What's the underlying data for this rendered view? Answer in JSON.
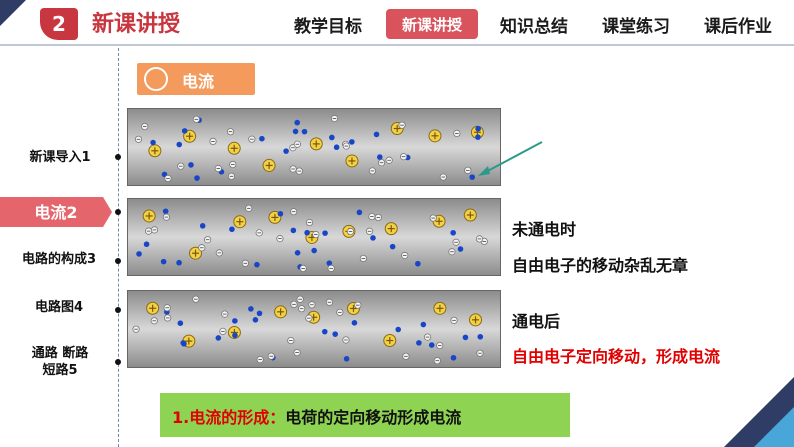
{
  "header": {
    "badge": "2",
    "title": "新课讲授",
    "nav": [
      {
        "label": "教学目标",
        "active": false
      },
      {
        "label": "新课讲授",
        "active": true
      },
      {
        "label": "知识总结",
        "active": false
      },
      {
        "label": "课堂练习",
        "active": false
      },
      {
        "label": "课后作业",
        "active": false
      }
    ]
  },
  "sidebar": {
    "items": [
      {
        "label": "新课导入1"
      },
      {
        "label": "电流2"
      },
      {
        "label": "电路的构成3"
      },
      {
        "label": "电路图4"
      },
      {
        "label": "通路  断路"
      },
      {
        "label": "短路5"
      }
    ]
  },
  "section": {
    "label": "电流"
  },
  "captions": {
    "before_title": "未通电时",
    "before_desc": "自由电子的移动杂乱无章",
    "after_title": "通电后",
    "after_desc": "自由电子定向移动，形成电流"
  },
  "definition": {
    "number": "1.",
    "term": "电流的形成",
    "colon": "：",
    "text": "电荷的定向移动形成电流"
  },
  "colors": {
    "accent": "#c8373f",
    "active_tab": "#d8535b",
    "tag": "#f39a5c",
    "definition_bg": "#8ed351",
    "emphasis": "#e00000",
    "electron_blue": "#1846c8",
    "ion_yellow": "#f2d04a"
  }
}
